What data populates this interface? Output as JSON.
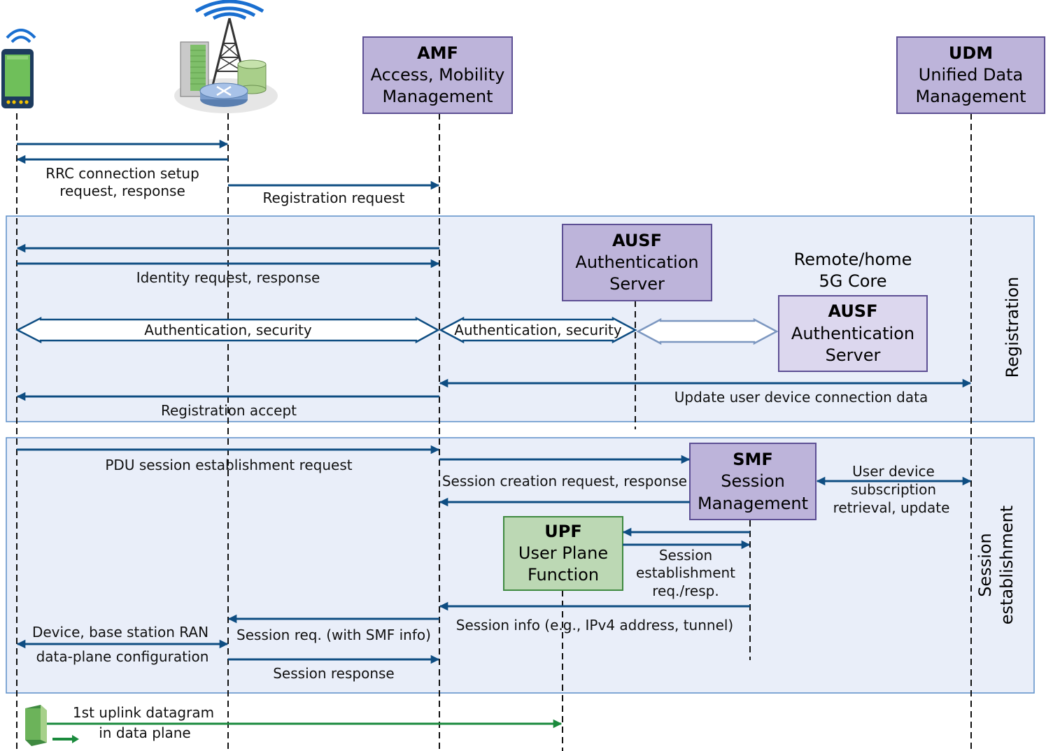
{
  "colors": {
    "arrow_blue": "#0e4d82",
    "dataplane_green": "#1a8a3c",
    "nf_box_fill": "#bdb4da",
    "nf_box_stroke": "#5d4f94",
    "home_box_fill": "#dcd7ee",
    "upf_box_fill": "#bcd8b4",
    "upf_box_stroke": "#3f8a40",
    "phase_fill": "#e9eef9",
    "phase_stroke": "#5b8ec8",
    "hollow_arrow": "#0e4d82",
    "hollow_arrow_light": "#7c97c0"
  },
  "icons": {
    "device": "smartphone-icon",
    "base_station": "base-station-icon"
  },
  "nodes": {
    "amf": {
      "abbr": "AMF",
      "line1": "Access, Mobility",
      "line2": "Management"
    },
    "udm": {
      "abbr": "UDM",
      "line1": "Unified Data",
      "line2": "Management"
    },
    "ausf": {
      "abbr": "AUSF",
      "line1": "Authentication",
      "line2": "Server"
    },
    "home_ausf": {
      "abbr": "AUSF",
      "line1": "Authentication",
      "line2": "Server"
    },
    "smf": {
      "abbr": "SMF",
      "line1": "Session",
      "line2": "Management"
    },
    "upf": {
      "abbr": "UPF",
      "line1": "User Plane",
      "line2": "Function"
    }
  },
  "home_core": {
    "line1": "Remote/home",
    "line2": "5G Core"
  },
  "phases": {
    "registration": {
      "label": "Registration"
    },
    "session": {
      "line1": "Session",
      "line2": "establishment"
    }
  },
  "messages": {
    "rrc1": "RRC connection setup",
    "rrc2": "request, response",
    "reg_request": "Registration request",
    "identity": "Identity  request, response",
    "auth_sec_1": "Authentication, security",
    "auth_sec_2": "Authentication, security",
    "reg_accept": "Registration accept",
    "update_udm": "Update user device connection data",
    "pdu_req": "PDU session establishment request",
    "sess_create": "Session creation request, response",
    "sub_1": "User device",
    "sub_2": "subscription",
    "sub_3": "retrieval, update",
    "sess_est_1": "Session",
    "sess_est_2": "establishment",
    "sess_est_3": "req./resp.",
    "sess_info": "Session info (e.g., IPv4 address, tunnel)",
    "sess_req_smf": "Session req. (with SMF info)",
    "ran_1": "Device, base station RAN",
    "ran_2": "data-plane configuration",
    "sess_resp": "Session response",
    "uplink_1": "1st uplink datagram",
    "uplink_2": "in data plane"
  }
}
